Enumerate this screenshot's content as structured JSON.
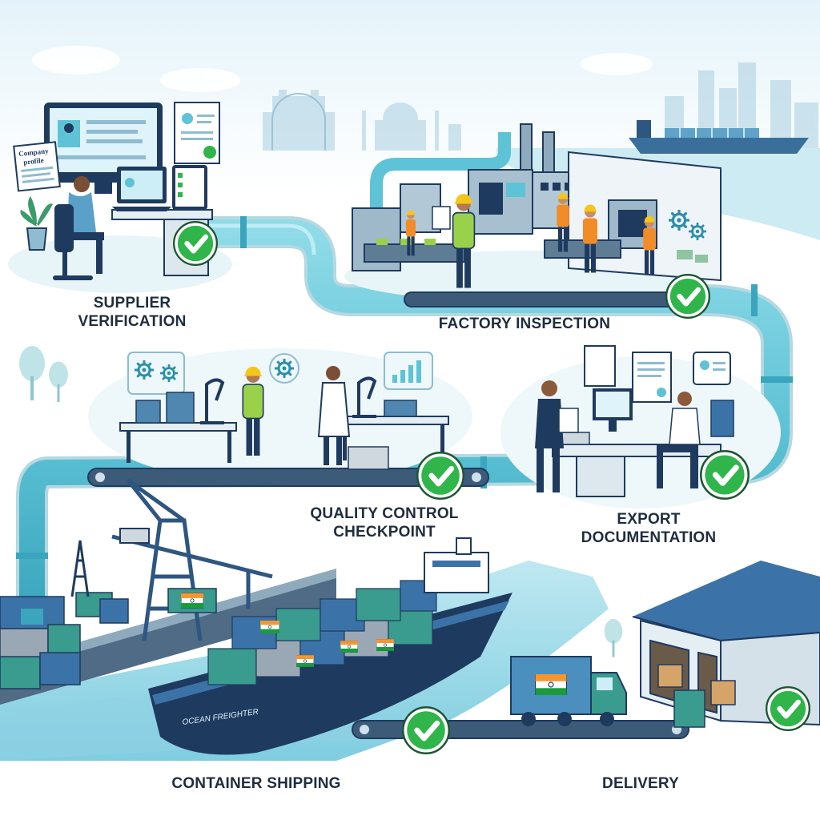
{
  "colors": {
    "pipe": "#5ec3d6",
    "pipe_dark": "#2b8fa8",
    "check": "#2fb54a",
    "navy": "#1f3a5f",
    "container_blue": "#3b73a8",
    "container_teal": "#3a9b8f",
    "container_grey": "#9aa8b6",
    "sky": "#eaf6fb",
    "water": "#a8dde9",
    "label_text": "#1f2d3d"
  },
  "stages": [
    {
      "id": "supplier-verification",
      "lines": [
        "SUPPLIER",
        "VERIFICATION"
      ],
      "icon": "check-badge-icon"
    },
    {
      "id": "factory-inspection",
      "lines": [
        "FACTORY INSPECTION"
      ],
      "icon": "check-badge-icon"
    },
    {
      "id": "quality-control-checkpoint",
      "lines": [
        "QUALITY CONTROL",
        "CHECKPOINT"
      ],
      "icon": "check-badge-icon"
    },
    {
      "id": "export-documentation",
      "lines": [
        "EXPORT",
        "DOCUMENTATION"
      ],
      "icon": "check-badge-icon"
    },
    {
      "id": "container-shipping",
      "lines": [
        "CONTAINER SHIPPING"
      ],
      "icon": "check-badge-icon"
    },
    {
      "id": "delivery",
      "lines": [
        "DELIVERY"
      ],
      "icon": "check-badge-icon"
    }
  ],
  "documents": {
    "company_profile_lines": [
      "Company",
      "profile"
    ]
  },
  "ship": {
    "hull_name": "OCEAN FREIGHTER"
  },
  "icons": [
    "check-badge-icon",
    "gear-icon",
    "document-icon",
    "monitor-icon",
    "microscope-icon",
    "hard-hat-icon",
    "flag-india-icon",
    "recycle-icon",
    "box-icon",
    "crane-icon",
    "truck-icon",
    "warehouse-icon",
    "tree-icon",
    "plant-icon",
    "bar-chart-icon",
    "id-card-icon"
  ]
}
